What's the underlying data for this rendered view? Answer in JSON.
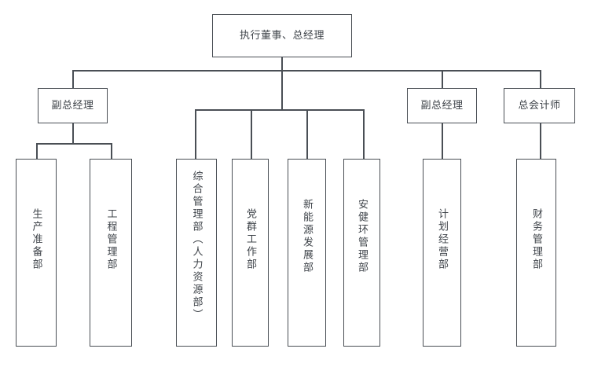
{
  "chart": {
    "title_text": "执行董事、总经理",
    "line_color": "#4a4f55",
    "text_color": "#3f444a",
    "background": "#ffffff"
  },
  "level1": {
    "ceo": {
      "label": "执行董事、总经理"
    }
  },
  "level2": [
    {
      "label": "副总经理",
      "name": "deputy-general-manager-left"
    },
    {
      "label": "副总经理",
      "name": "deputy-general-manager-right"
    },
    {
      "label": "总会计师",
      "name": "chief-accountant"
    }
  ],
  "departments": [
    {
      "label": "生产准备部",
      "name": "dept-production-preparation"
    },
    {
      "label": "工程管理部",
      "name": "dept-engineering-management"
    },
    {
      "label": "综合管理部（人力资源部）",
      "name": "dept-general-management-hr"
    },
    {
      "label": "党群工作部",
      "name": "dept-party-mass-work"
    },
    {
      "label": "新能源发展部",
      "name": "dept-new-energy-development"
    },
    {
      "label": "安健环管理部",
      "name": "dept-safety-health-environment"
    },
    {
      "label": "计划经营部",
      "name": "dept-planning-operations"
    },
    {
      "label": "财务管理部",
      "name": "dept-financial-management"
    }
  ]
}
